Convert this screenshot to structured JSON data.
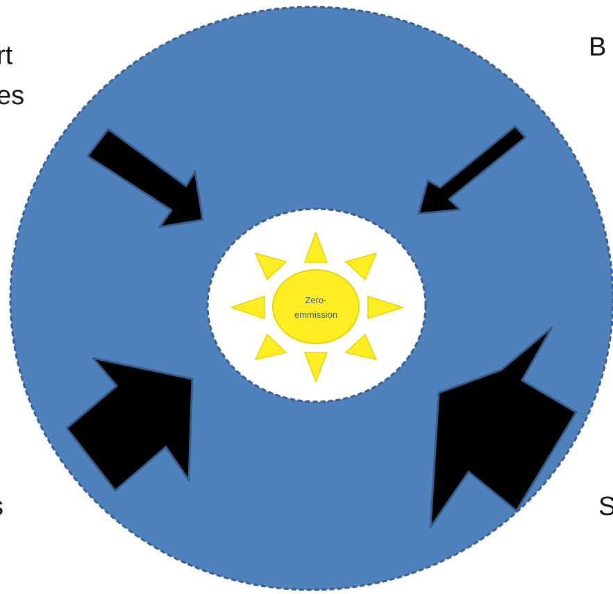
{
  "diagram": {
    "edge_labels": {
      "top_left_line1": "rt",
      "top_left_line2": "es",
      "top_right": "B",
      "bottom_left": "s",
      "bottom_right": "S"
    },
    "center": {
      "line1": "Zero-",
      "line2": "emmission"
    }
  },
  "colors": {
    "outer_circle_fill": "#4f81bd",
    "outer_circle_border": "#385d8a",
    "inner_circle_fill": "#ffffff",
    "sun_fill": "#ffee22",
    "sun_border": "#e6d400",
    "sun_text": "#3a5a8a",
    "arrow_fill": "#000000",
    "arrow_border": "#385d8a"
  },
  "icons": {
    "center": "sun-icon",
    "arrows": [
      "arrow-icon",
      "arrow-icon",
      "arrow-icon",
      "arrow-icon"
    ]
  }
}
